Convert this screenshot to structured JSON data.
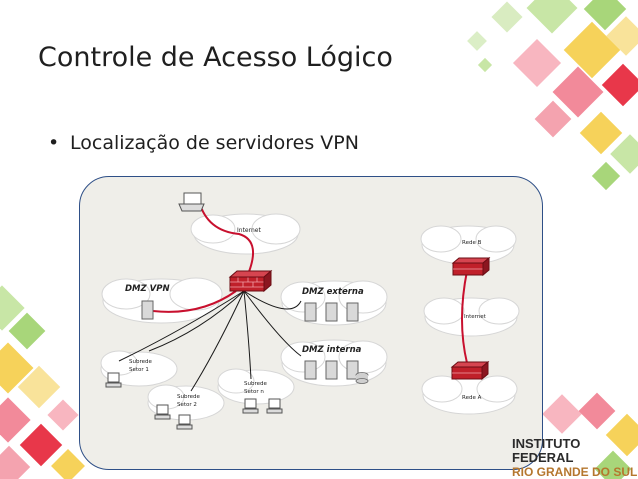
{
  "slide": {
    "title": "Controle de Acesso Lógico",
    "bullet": "Localização de servidores VPN"
  },
  "diagram": {
    "internet_label": "Internet",
    "dmz_vpn_label": "DMZ VPN",
    "dmz_externa_label": "DMZ externa",
    "dmz_interna_label": "DMZ interna",
    "subrede_1_line1": "Subrede",
    "subrede_1_line2": "Setor 1",
    "subrede_2_line1": "Subrede",
    "subrede_2_line2": "Setor 2",
    "subrede_n_line1": "Subrede",
    "subrede_n_line2": "Setor n",
    "rede_b_label": "Rede B",
    "internet_right_label": "Internet",
    "rede_a_label": "Rede A"
  },
  "logo": {
    "line1": "INSTITUTO FEDERAL",
    "line2": "RIO GRANDE DO SUL"
  },
  "colors": {
    "panel_border": "#2e4f87",
    "link_red": "#c8102e",
    "firewall_red": "#c0202a",
    "deco_pink": "#f28a9a",
    "deco_red": "#e8374a",
    "deco_yellow": "#f6d25a",
    "deco_green": "#a8d67a"
  }
}
